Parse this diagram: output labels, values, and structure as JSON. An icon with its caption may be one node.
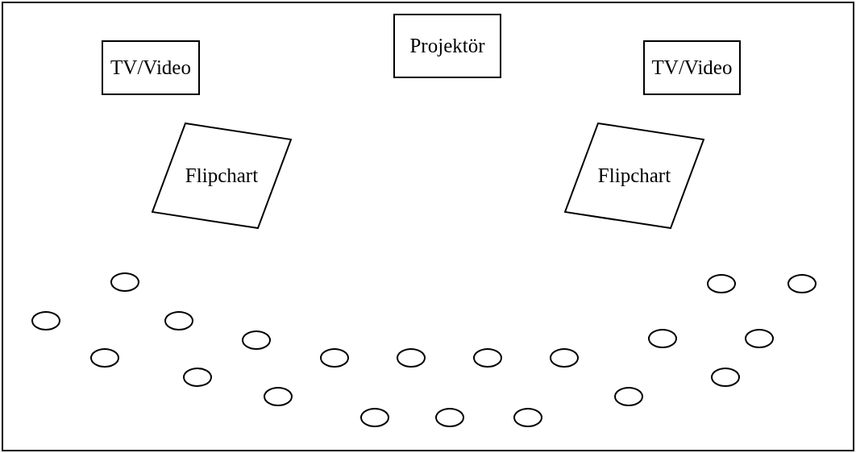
{
  "diagram": {
    "nodes": [
      {
        "text": [
          "TV/Video"
        ]
      },
      {
        "text": [
          "Projektör"
        ]
      },
      {
        "text": [
          "TV/Video"
        ]
      },
      {
        "text": [
          "Flipchart"
        ]
      },
      {
        "text": [
          "Flipchart"
        ]
      },
      {
        "text": [],
        "shape": "ellipse"
      },
      {
        "text": [],
        "shape": "ellipse"
      },
      {
        "text": [],
        "shape": "ellipse"
      },
      {
        "text": [],
        "shape": "ellipse"
      },
      {
        "text": [],
        "shape": "ellipse"
      },
      {
        "text": [],
        "shape": "ellipse"
      },
      {
        "text": [],
        "shape": "ellipse"
      },
      {
        "text": [],
        "shape": "ellipse"
      },
      {
        "text": [],
        "shape": "ellipse"
      },
      {
        "text": [],
        "shape": "ellipse"
      },
      {
        "text": [],
        "shape": "ellipse"
      },
      {
        "text": [],
        "shape": "ellipse"
      },
      {
        "text": [],
        "shape": "ellipse"
      },
      {
        "text": [],
        "shape": "ellipse"
      },
      {
        "text": [],
        "shape": "ellipse"
      },
      {
        "text": [],
        "shape": "ellipse"
      },
      {
        "text": [],
        "shape": "ellipse"
      },
      {
        "text": [],
        "shape": "ellipse"
      },
      {
        "text": [],
        "shape": "ellipse"
      },
      {
        "text": [],
        "shape": "ellipse"
      }
    ]
  }
}
